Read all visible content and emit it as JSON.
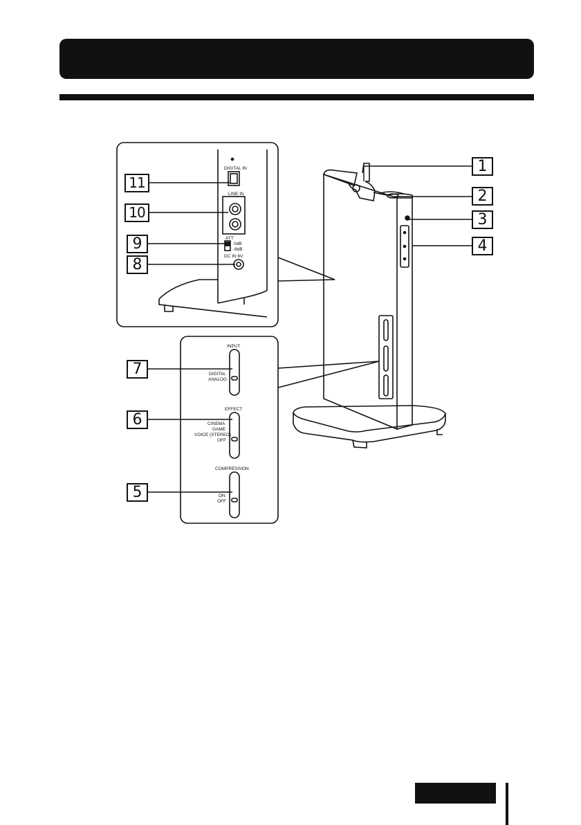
{
  "callouts": {
    "c1": "1",
    "c2": "2",
    "c3": "3",
    "c4": "4",
    "c5": "5",
    "c6": "6",
    "c7": "7",
    "c8": "8",
    "c9": "9",
    "c10": "10",
    "c11": "11"
  },
  "rear_panel_labels": {
    "digital_in": "DIGITAL IN",
    "line_in": "LINE IN",
    "att": "ATT",
    "att_0db": "0dB",
    "att_minus8db": "-8dB",
    "dc_in": "DC IN 6V"
  },
  "side_panel_labels": {
    "input": "INPUT",
    "input_digital": "DIGITAL",
    "input_analog": "ANALOG",
    "effect": "EFFECT",
    "effect_cinema": "CINEMA",
    "effect_game": "GAME",
    "effect_voice": "VOICE (STEREO)",
    "effect_off": "OFF",
    "compression": "COMPRESSION",
    "compression_on": "ON",
    "compression_off": "OFF"
  }
}
